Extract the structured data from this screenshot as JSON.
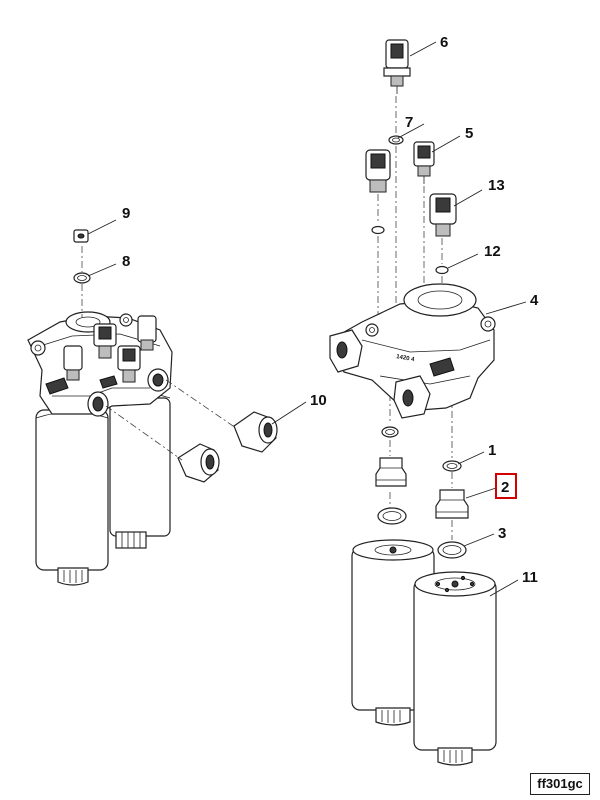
{
  "callouts": {
    "c1": "1",
    "c2": "2",
    "c3": "3",
    "c4": "4",
    "c5": "5",
    "c6": "6",
    "c7": "7",
    "c8": "8",
    "c9": "9",
    "c10": "10",
    "c11": "11",
    "c12": "12",
    "c13": "13"
  },
  "highlight": {
    "callout": "2",
    "color": "#d40000"
  },
  "drawing_code": "ff301gc",
  "housing_stamp": "1420 4"
}
